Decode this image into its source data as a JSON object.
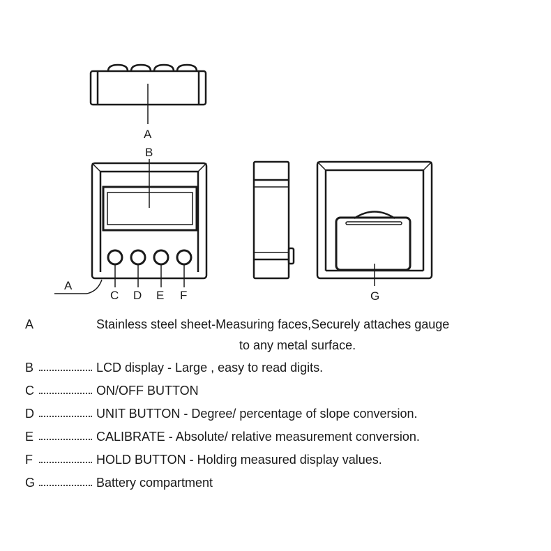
{
  "diagram": {
    "callouts": {
      "top_a": "A",
      "b": "B",
      "front_a": "A",
      "c": "C",
      "d": "D",
      "e": "E",
      "f": "F",
      "g": "G"
    }
  },
  "legend": [
    {
      "key": "A",
      "text_line1": "Stainless steel sheet-Measuring faces,Securely attaches gauge",
      "text_line2": "to any metal surface."
    },
    {
      "key": "B",
      "text": "LCD display - Large , easy to read digits."
    },
    {
      "key": "C",
      "text": "ON/OFF BUTTON"
    },
    {
      "key": "D",
      "text": "UNIT BUTTON - Degree/ percentage of slope conversion."
    },
    {
      "key": "E",
      "text": "CALIBRATE - Absolute/ relative measurement conversion."
    },
    {
      "key": "F",
      "text": "HOLD BUTTON - Holdirg measured display values."
    },
    {
      "key": "G",
      "text": "Battery compartment"
    }
  ]
}
